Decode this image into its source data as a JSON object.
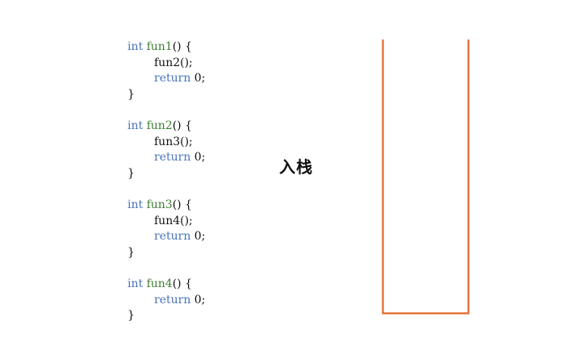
{
  "code": {
    "fun1": {
      "keyword": "int",
      "name": "fun1",
      "sig_rest": "() {",
      "call": "fun2();",
      "return_kw": "return",
      "return_val": " 0;",
      "close": "}"
    },
    "fun2": {
      "keyword": "int",
      "name": "fun2",
      "sig_rest": "() {",
      "call": "fun3();",
      "return_kw": "return",
      "return_val": " 0;",
      "close": "}"
    },
    "fun3": {
      "keyword": "int",
      "name": "fun3",
      "sig_rest": "() {",
      "call": "fun4();",
      "return_kw": "return",
      "return_val": " 0;",
      "close": "}"
    },
    "fun4": {
      "keyword": "int",
      "name": "fun4",
      "sig_rest": "() {",
      "return_kw": "return",
      "return_val": " 0;",
      "close": "}"
    }
  },
  "label": {
    "push": "入栈"
  },
  "colors": {
    "keyword": "#4a73b8",
    "function_name": "#3f7d34",
    "stack_outline": "#e3662b"
  }
}
